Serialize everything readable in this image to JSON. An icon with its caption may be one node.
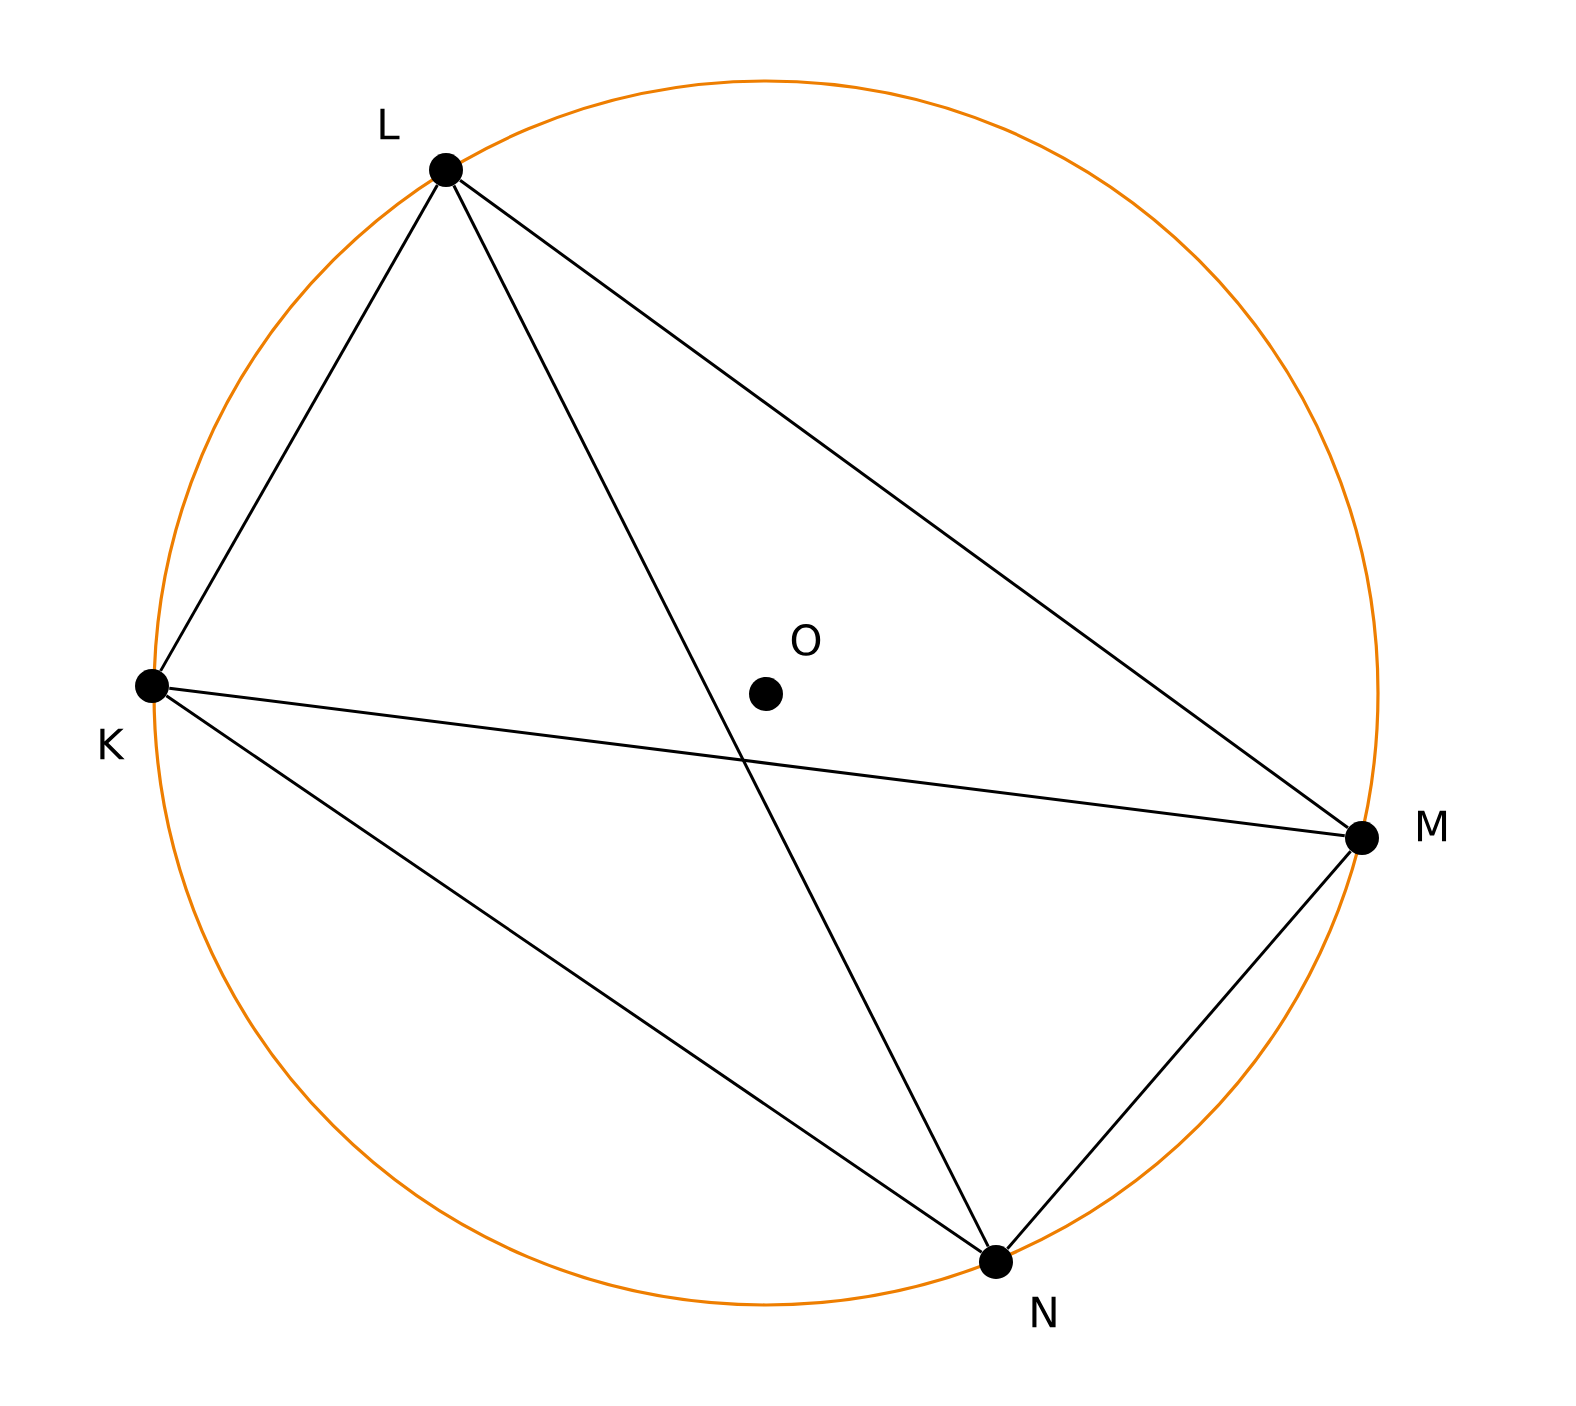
{
  "diagram": {
    "nodes": [
      {
        "text": [],
        "shape": "circle",
        "beside": [
          "L"
        ]
      },
      {
        "text": [],
        "shape": "circle",
        "beside": [
          "K"
        ]
      },
      {
        "text": [],
        "shape": "circle",
        "beside": [
          "O"
        ]
      },
      {
        "text": [],
        "shape": "circle",
        "beside": [
          "M"
        ]
      },
      {
        "text": [],
        "shape": "circle",
        "beside": [
          "N"
        ]
      }
    ],
    "edges": [
      {
        "from": 0,
        "to": 1,
        "arrow": "none"
      },
      {
        "from": 0,
        "to": 4,
        "arrow": "none"
      },
      {
        "from": 0,
        "to": 3,
        "arrow": "none"
      },
      {
        "from": 1,
        "to": 3,
        "arrow": "none"
      },
      {
        "from": 1,
        "to": 4,
        "arrow": "none"
      },
      {
        "from": 4,
        "to": 3,
        "arrow": "none"
      }
    ]
  }
}
